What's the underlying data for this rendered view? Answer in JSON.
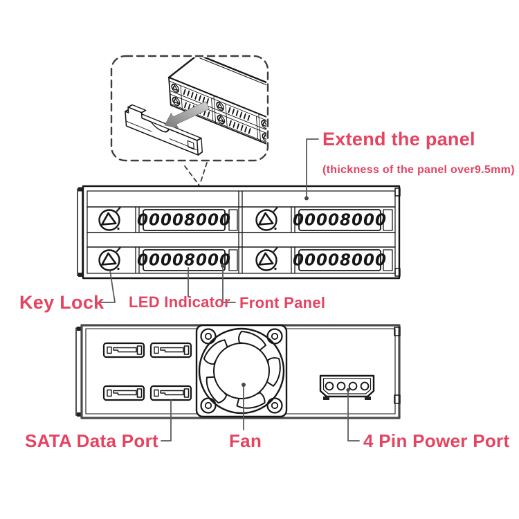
{
  "colors": {
    "accent": "#e54360",
    "line": "#1b1b1b",
    "rear_outline": "#4a4a4a",
    "annotation": "#5a5a5a"
  },
  "front_view": {
    "vent_pattern": "00008000",
    "extend_label": "Extend the panel",
    "thickness_note": "(thickness of the panel over9.5mm)",
    "key_lock_label": "Key Lock",
    "led_indicator_label": "LED Indicator",
    "front_panel_label": "Front Panel"
  },
  "rear_view": {
    "sata_label": "SATA Data Port",
    "fan_label": "Fan",
    "power_label": "4 Pin Power Port"
  }
}
